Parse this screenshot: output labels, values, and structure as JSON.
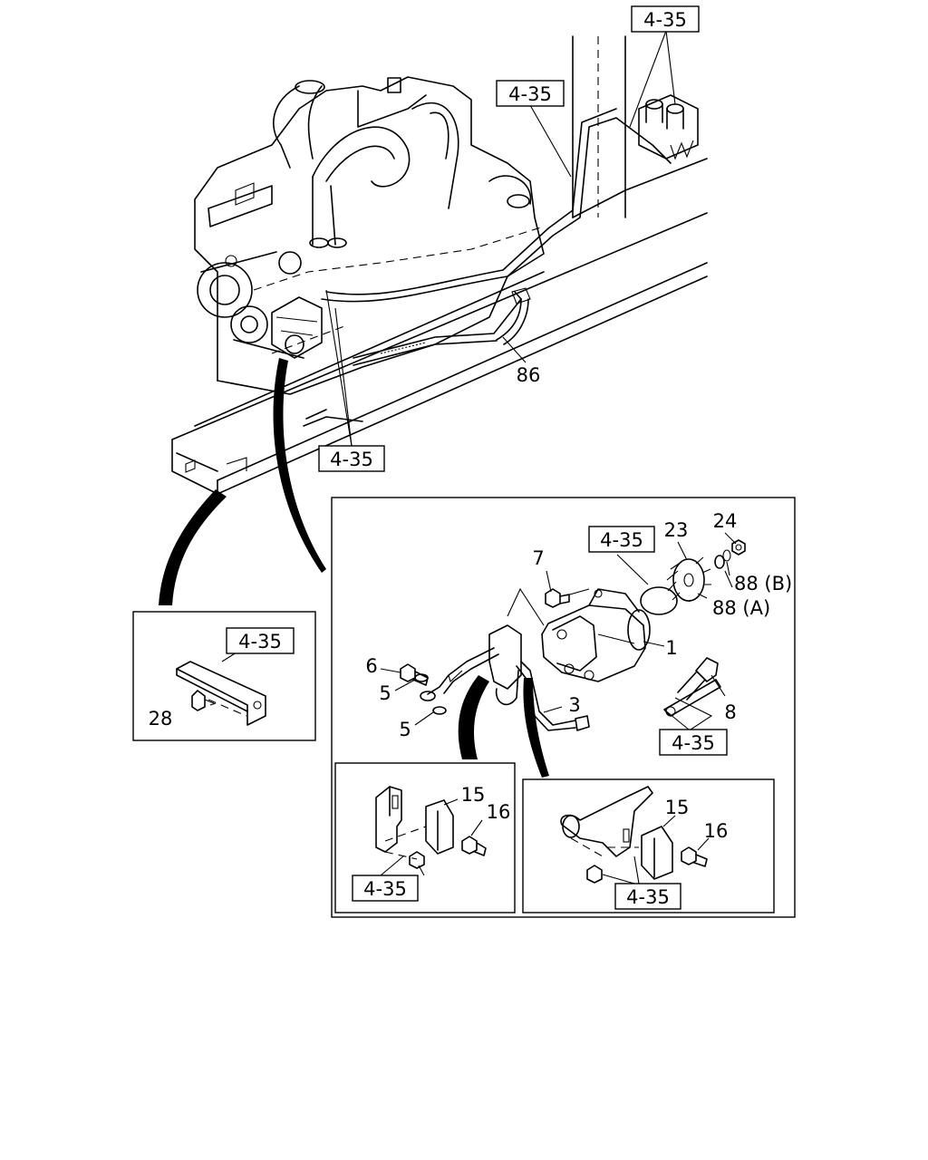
{
  "figure": {
    "ref_labels": {
      "top_right": "4-35",
      "top_center": "4-35",
      "mid_center": "4-35",
      "left_inset": "4-35",
      "pump_top": "4-35",
      "pump_bottom": "4-35",
      "inset_a": "4-35",
      "inset_b": "4-35"
    },
    "part_numbers": {
      "p86": "86",
      "p28": "28",
      "p24": "24",
      "p23": "23",
      "p7": "7",
      "p88b": "88 (B)",
      "p88a": "88 (A)",
      "p1": "1",
      "p6": "6",
      "p5a": "5",
      "p5b": "5",
      "p3": "3",
      "p8": "8",
      "p15a": "15",
      "p16a": "16",
      "p15b": "15",
      "p16b": "16"
    }
  }
}
